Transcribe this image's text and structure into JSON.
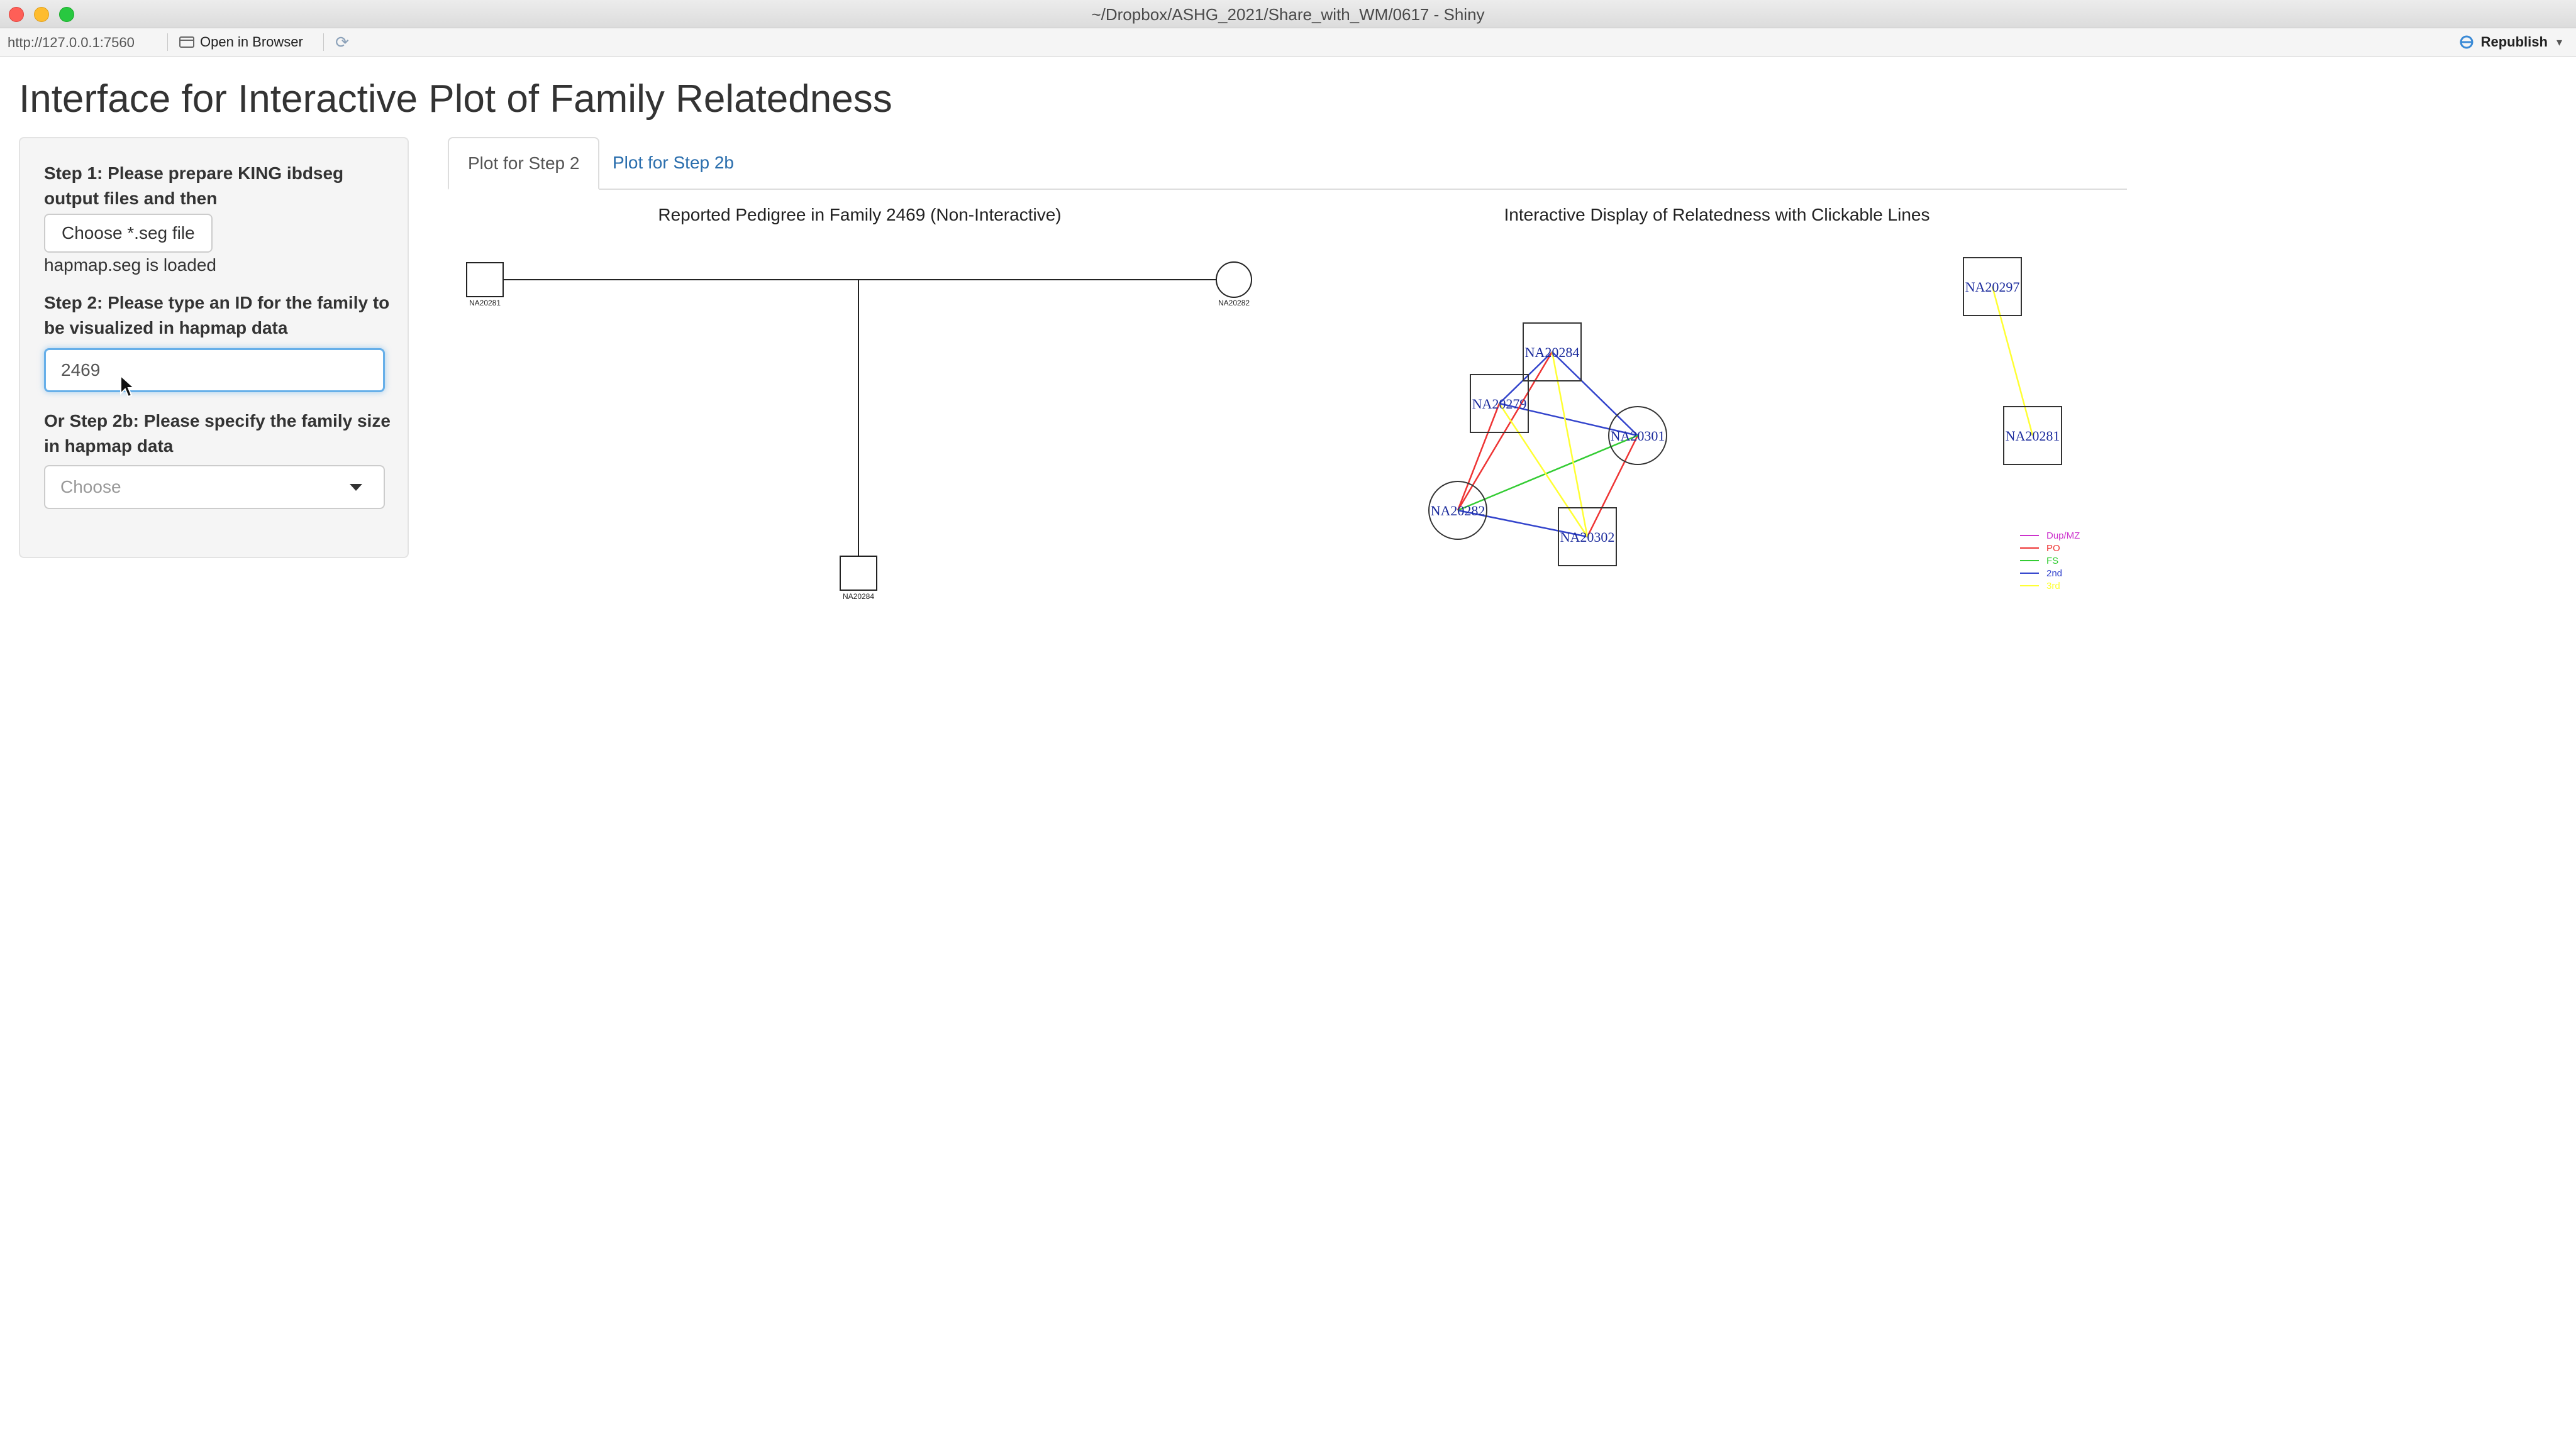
{
  "window": {
    "title": "~/Dropbox/ASHG_2021/Share_with_WM/0617 - Shiny"
  },
  "toolbar": {
    "url": "http://127.0.0.1:7560",
    "open_browser": "Open in Browser",
    "republish": "Republish"
  },
  "app": {
    "title": "Interface for Interactive Plot of Family Relatedness"
  },
  "sidebar": {
    "step1_label": "Step 1: Please prepare KING ibdseg output files and then",
    "file_button": "Choose *.seg file",
    "loaded_text": "hapmap.seg is loaded",
    "step2_label": "Step 2: Please type an ID for the family to be visualized in hapmap data",
    "family_id_value": "2469",
    "step2b_label": "Or Step 2b: Please specify the family size in hapmap data",
    "family_size_placeholder": "Choose"
  },
  "tabs": [
    {
      "label": "Plot for Step 2",
      "active": true
    },
    {
      "label": "Plot for Step 2b",
      "active": false
    }
  ],
  "pedigree_plot": {
    "title": "Reported Pedigree in Family 2469 (Non-Interactive)",
    "father": "NA20281",
    "mother": "NA20282",
    "child": "NA20284"
  },
  "relatedness_plot": {
    "title": "Interactive Display of Relatedness with Clickable Lines",
    "nodes": [
      {
        "id": "NA20284",
        "shape": "square"
      },
      {
        "id": "NA20279",
        "shape": "square"
      },
      {
        "id": "NA20301",
        "shape": "circle"
      },
      {
        "id": "NA20282",
        "shape": "circle"
      },
      {
        "id": "NA20302",
        "shape": "square"
      },
      {
        "id": "NA20297",
        "shape": "square"
      },
      {
        "id": "NA20281",
        "shape": "square"
      }
    ],
    "edges": [
      {
        "from": "NA20279",
        "to": "NA20284",
        "type": "2nd"
      },
      {
        "from": "NA20279",
        "to": "NA20301",
        "type": "2nd"
      },
      {
        "from": "NA20284",
        "to": "NA20301",
        "type": "2nd"
      },
      {
        "from": "NA20282",
        "to": "NA20302",
        "type": "2nd"
      },
      {
        "from": "NA20279",
        "to": "NA20282",
        "type": "PO"
      },
      {
        "from": "NA20284",
        "to": "NA20282",
        "type": "PO"
      },
      {
        "from": "NA20301",
        "to": "NA20302",
        "type": "PO"
      },
      {
        "from": "NA20282",
        "to": "NA20301",
        "type": "FS"
      },
      {
        "from": "NA20279",
        "to": "NA20302",
        "type": "3rd"
      },
      {
        "from": "NA20284",
        "to": "NA20302",
        "type": "3rd"
      },
      {
        "from": "NA20297",
        "to": "NA20281",
        "type": "3rd"
      }
    ],
    "legend": [
      {
        "label": "Dup/MZ",
        "color": "#cc33cc"
      },
      {
        "label": "PO",
        "color": "#ee3333"
      },
      {
        "label": "FS",
        "color": "#33cc33"
      },
      {
        "label": "2nd",
        "color": "#3344cc"
      },
      {
        "label": "3rd",
        "color": "#ffff33"
      }
    ]
  }
}
